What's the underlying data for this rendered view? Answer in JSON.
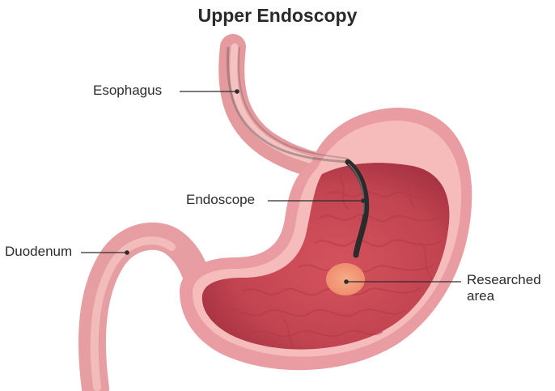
{
  "title": "Upper Endoscopy",
  "labels": {
    "esophagus": "Esophagus",
    "endoscope": "Endoscope",
    "duodenum": "Duodenum",
    "researched_line1": "Researched",
    "researched_line2": "area"
  },
  "colors": {
    "stomach_outer": "#e89aa0",
    "stomach_wall": "#f3b5b5",
    "stomach_inner": "#c94a55",
    "scope": "#2b2b2b",
    "target_area": "#f4a278"
  }
}
